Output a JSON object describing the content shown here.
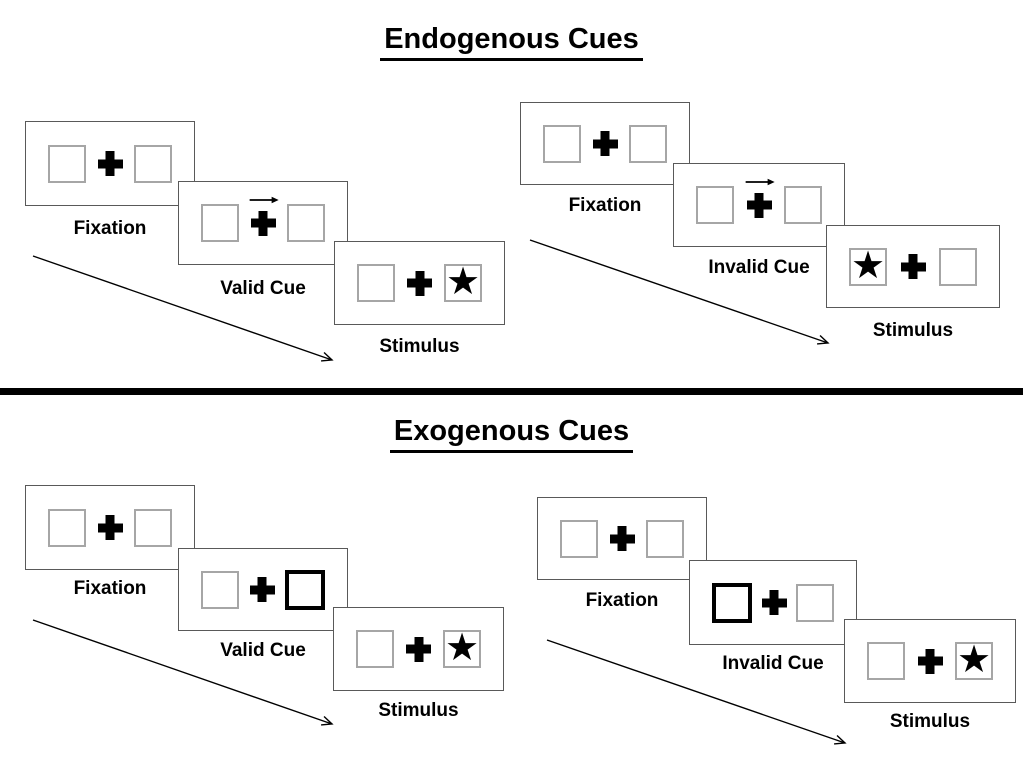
{
  "colors": {
    "panel_border": "#595959",
    "box_border": "#a6a6a6",
    "bold_box_border": "#000000",
    "ink": "#000000",
    "divider": "#000000"
  },
  "glyphs": {
    "star": "★"
  },
  "sections": [
    {
      "title": "Endogenous Cues",
      "groups": [
        {
          "name": "valid-trial",
          "fixation_label": "Fixation",
          "cue_label": "Valid Cue",
          "stimulus_label": "Stimulus",
          "cue_type": "central-arrow-right",
          "stimulus_side": "right"
        },
        {
          "name": "invalid-trial",
          "fixation_label": "Fixation",
          "cue_label": "Invalid Cue",
          "stimulus_label": "Stimulus",
          "cue_type": "central-arrow-right",
          "stimulus_side": "left"
        }
      ]
    },
    {
      "title": "Exogenous Cues",
      "groups": [
        {
          "name": "valid-trial",
          "fixation_label": "Fixation",
          "cue_label": "Valid Cue",
          "stimulus_label": "Stimulus",
          "cue_type": "peripheral-box-right",
          "stimulus_side": "right"
        },
        {
          "name": "invalid-trial",
          "fixation_label": "Fixation",
          "cue_label": "Invalid Cue",
          "stimulus_label": "Stimulus",
          "cue_type": "peripheral-box-left",
          "stimulus_side": "right"
        }
      ]
    }
  ]
}
